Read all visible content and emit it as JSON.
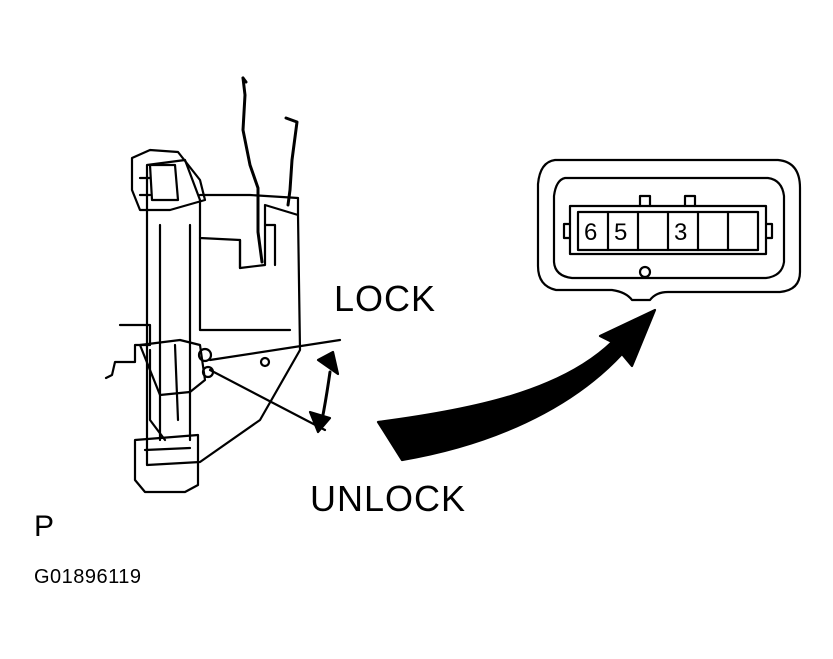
{
  "labels": {
    "lock": "LOCK",
    "unlock": "UNLOCK",
    "view": "P",
    "figure_id": "G01896119"
  },
  "connector": {
    "pins": [
      "6",
      "5",
      "3"
    ]
  }
}
